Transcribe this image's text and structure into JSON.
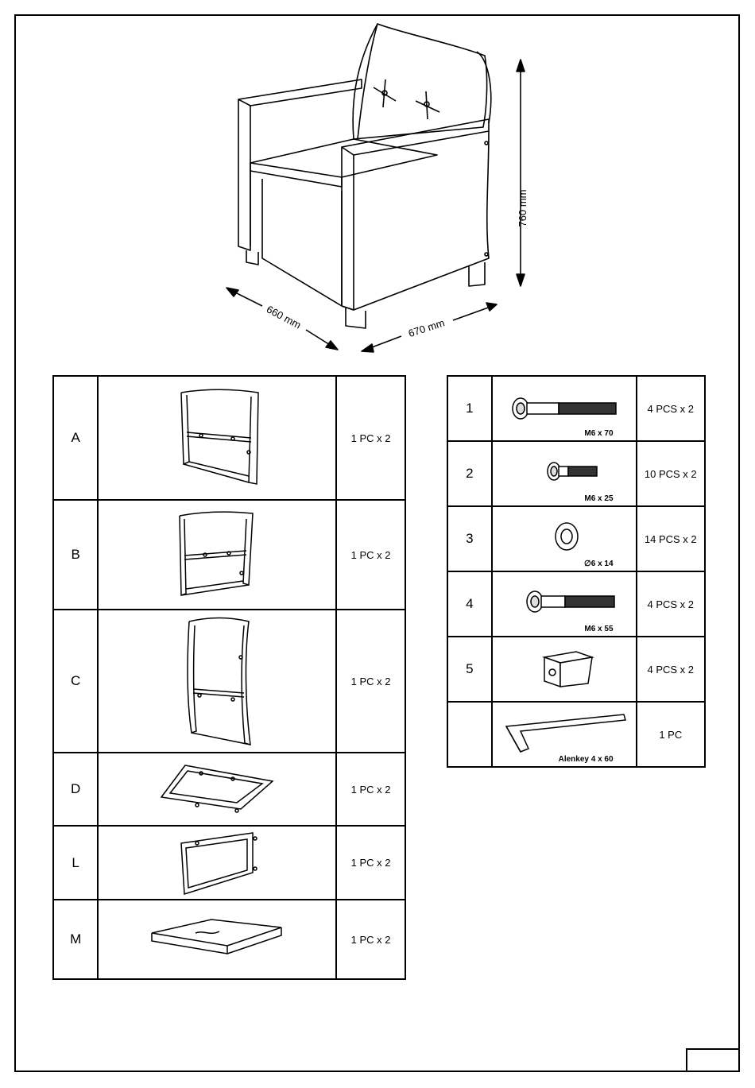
{
  "dimensions": {
    "depth": "660 mm",
    "width": "670 mm",
    "height": "760 mm"
  },
  "parts": [
    {
      "label": "A",
      "qty": "1 PC x 2",
      "icon": "side-frame-icon"
    },
    {
      "label": "B",
      "qty": "1 PC x 2",
      "icon": "side-frame-icon"
    },
    {
      "label": "C",
      "qty": "1 PC x 2",
      "icon": "back-frame-icon"
    },
    {
      "label": "D",
      "qty": "1 PC x 2",
      "icon": "seat-frame-icon"
    },
    {
      "label": "L",
      "qty": "1 PC x 2",
      "icon": "front-frame-icon"
    },
    {
      "label": "M",
      "qty": "1 PC x 2",
      "icon": "seat-board-icon"
    }
  ],
  "hardware": [
    {
      "label": "1",
      "spec": "M6 x 70",
      "qty": "4 PCS x 2",
      "icon": "long-bolt-icon"
    },
    {
      "label": "2",
      "spec": "M6 x 25",
      "qty": "10 PCS x 2",
      "icon": "short-bolt-icon"
    },
    {
      "label": "3",
      "spec": "∅6 x 14",
      "qty": "14 PCS x 2",
      "icon": "washer-icon"
    },
    {
      "label": "4",
      "spec": "M6 x 55",
      "qty": "4 PCS x 2",
      "icon": "bolt-icon"
    },
    {
      "label": "5",
      "spec": "",
      "qty": "4 PCS x 2",
      "icon": "foot-block-icon"
    },
    {
      "label": "",
      "spec": "Alenkey 4 x 60",
      "qty": "1 PC",
      "icon": "allen-key-icon"
    }
  ]
}
